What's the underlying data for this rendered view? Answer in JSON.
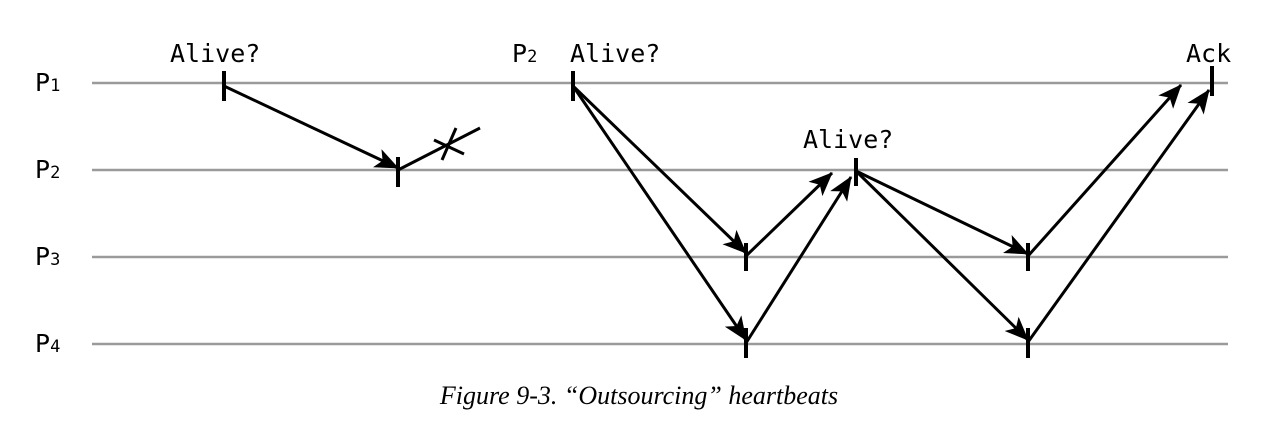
{
  "lanes": [
    {
      "id": "p1",
      "main": "P",
      "sub": "1"
    },
    {
      "id": "p2",
      "main": "P",
      "sub": "2"
    },
    {
      "id": "p3",
      "main": "P",
      "sub": "3"
    },
    {
      "id": "p4",
      "main": "P",
      "sub": "4"
    }
  ],
  "labels": {
    "alive_left": "Alive?",
    "p2_tag_main": "P",
    "p2_tag_sub": "2",
    "alive_right": "Alive?",
    "alive_middle": "Alive?",
    "ack": "Ack"
  },
  "caption": "Figure 9-3. “Outsourcing” heartbeats"
}
